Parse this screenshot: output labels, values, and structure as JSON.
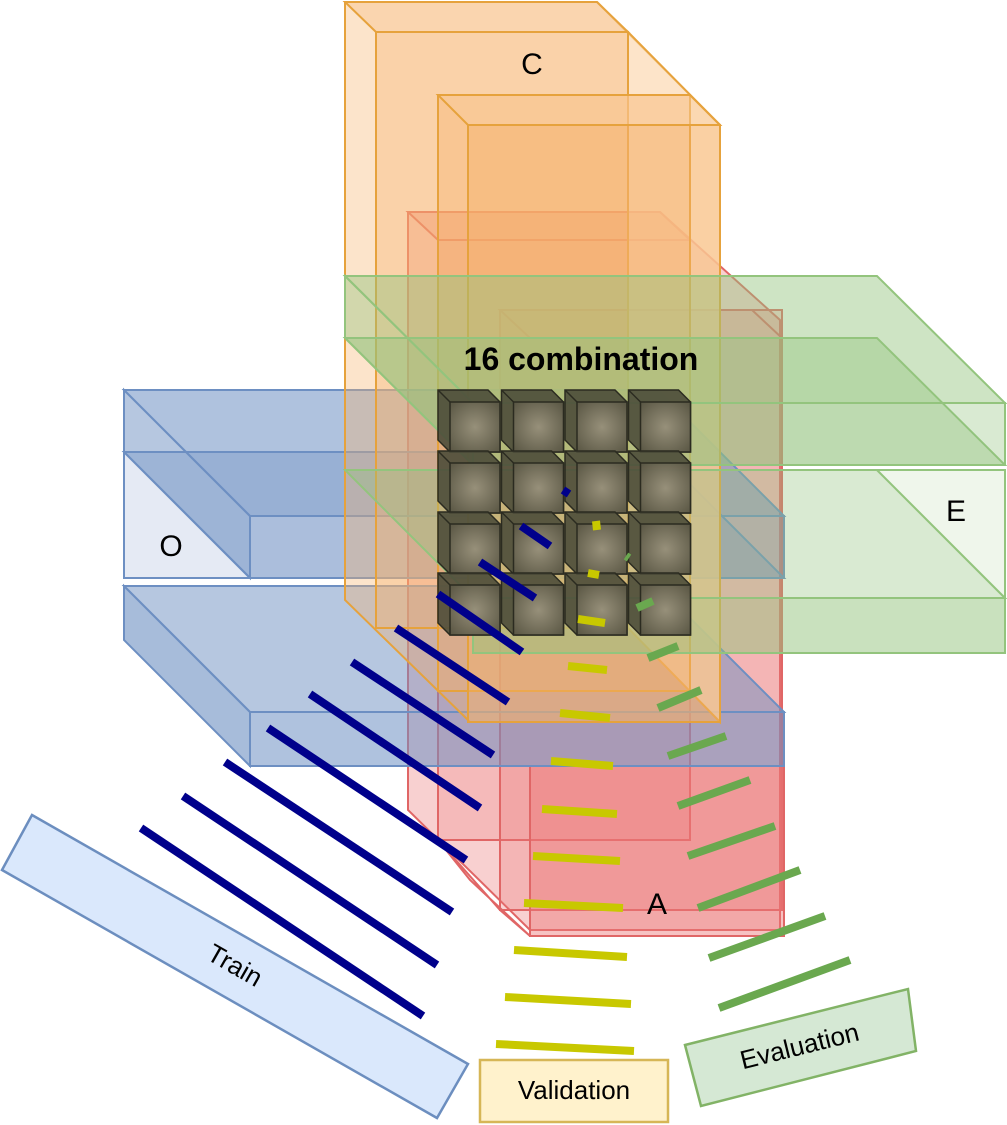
{
  "diagram": {
    "title": "16 combination",
    "factor_labels": {
      "c": "C",
      "o": "O",
      "e": "E",
      "a": "A"
    },
    "split_labels": {
      "train": "Train",
      "validation": "Validation",
      "evaluation": "Evaluation"
    },
    "colors": {
      "train_line": "#00008b",
      "validation_line": "#c8c800",
      "evaluation_line": "#6aa84f",
      "c_box": "#f6b26b",
      "o_box": "#6d8fc2",
      "e_box": "#93c47d",
      "a_box": "#ea7777",
      "grid_cube": "#4d4d3a"
    },
    "grid": {
      "rows": 4,
      "cols": 4
    }
  }
}
